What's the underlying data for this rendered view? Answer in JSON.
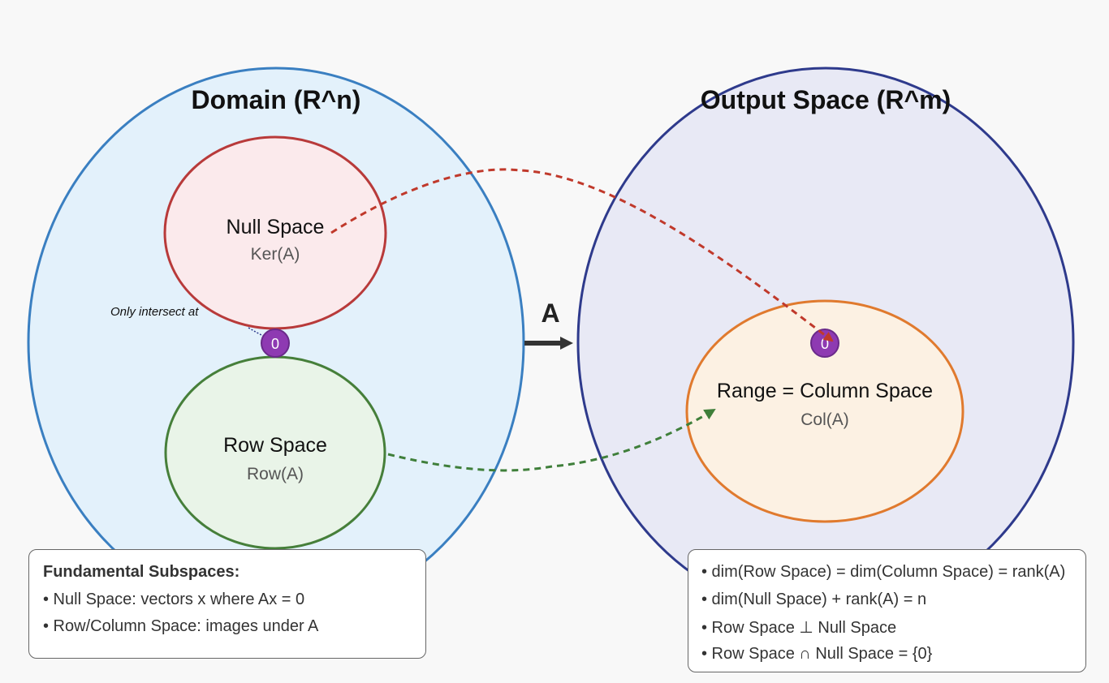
{
  "domain": {
    "title": "Domain (R^n)"
  },
  "output_space": {
    "title": "Output Space (R^m)"
  },
  "null_space": {
    "label": "Null Space",
    "sublabel": "Ker(A)"
  },
  "row_space": {
    "label": "Row Space",
    "sublabel": "Row(A)"
  },
  "column_space": {
    "label": "Range = Column Space",
    "sublabel": "Col(A)"
  },
  "zero_point_domain": {
    "label": "0"
  },
  "zero_point_output": {
    "label": "0"
  },
  "intersect_note": "Only intersect at",
  "map_label": "A",
  "left_box": {
    "heading": "Fundamental Subspaces:",
    "lines": [
      "• Null Space: vectors x where Ax = 0",
      "• Row/Column Space: images under A"
    ]
  },
  "right_box": {
    "lines": [
      "• dim(Row Space) = dim(Column Space) = rank(A)",
      "• dim(Null Space) + rank(A) = n",
      "• Row Space ⊥ Null Space",
      "• Row Space ∩ Null Space = {0}"
    ]
  },
  "colors": {
    "domain_fill": "#e3f1fb",
    "domain_stroke": "#3a7fc1",
    "output_fill": "#e8e9f5",
    "output_stroke": "#2e3a8c",
    "null_fill": "#fbeaec",
    "null_stroke": "#b83a3a",
    "row_fill": "#e9f4e8",
    "row_stroke": "#467f3a",
    "col_fill": "#fcf1e3",
    "col_stroke": "#e07a2e",
    "zero_fill": "#8e3ab2",
    "arrow_red": "#c0392b",
    "arrow_green": "#3f7f3a",
    "map_arrow": "#333333"
  }
}
